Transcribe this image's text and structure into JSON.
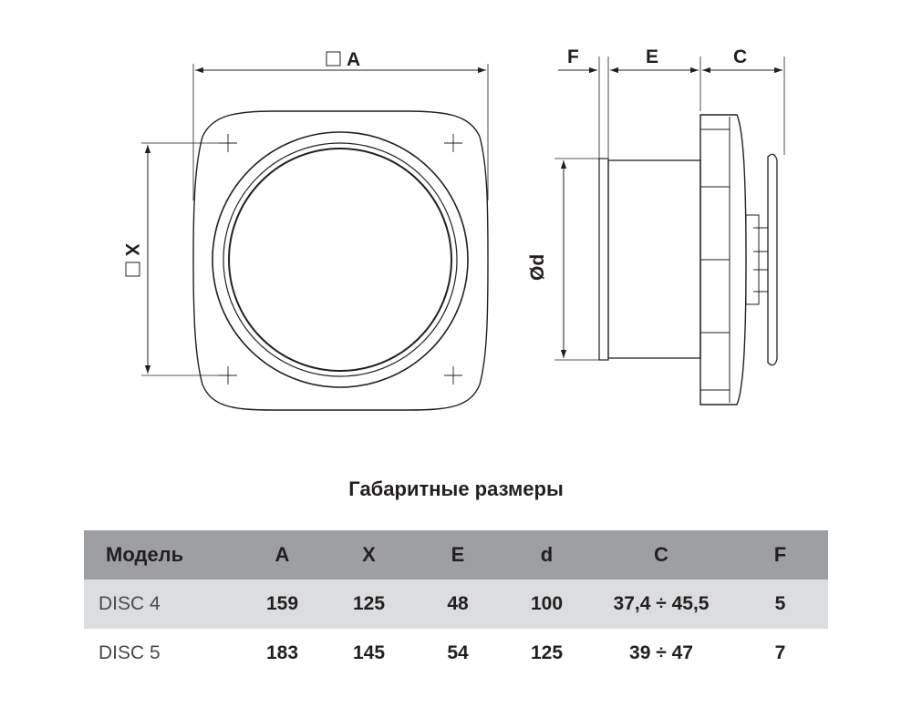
{
  "drawing": {
    "front_view": {
      "width_label": "A",
      "height_label": "X"
    },
    "side_view": {
      "labels": {
        "f": "F",
        "e": "E",
        "c": "C",
        "diameter": "Ød"
      }
    }
  },
  "table": {
    "title": "Габаритные размеры",
    "headers": [
      "Модель",
      "A",
      "X",
      "E",
      "d",
      "C",
      "F"
    ],
    "rows": [
      [
        "DISC 4",
        "159",
        "125",
        "48",
        "100",
        "37,4 ÷ 45,5",
        "5"
      ],
      [
        "DISC 5",
        "183",
        "145",
        "54",
        "125",
        "39 ÷ 47",
        "7"
      ]
    ],
    "colors": {
      "header_bg": "#9d9fa2",
      "row1_bg": "#dcdddf",
      "row2_bg": "#ffffff"
    }
  }
}
